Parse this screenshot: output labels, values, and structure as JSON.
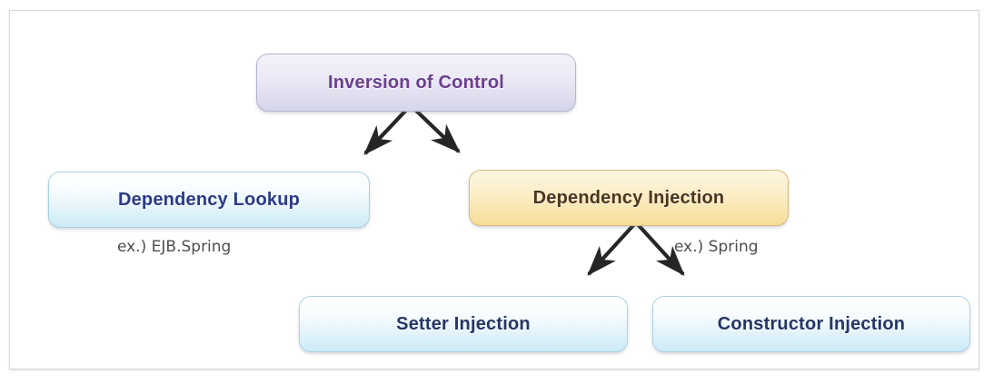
{
  "diagram": {
    "title_concept": "Inversion of Control",
    "nodes": {
      "ioc": {
        "label": "Inversion of Control",
        "fill": "#e4e2f1",
        "text_color": "#6b3f8e"
      },
      "dependency_lookup": {
        "label": "Dependency Lookup",
        "fill": "#d6effa",
        "text_color": "#2b3a87"
      },
      "dependency_injection": {
        "label": "Dependency Injection",
        "fill": "#f8e3a8",
        "text_color": "#4a3520"
      },
      "setter_injection": {
        "label": "Setter Injection",
        "fill": "#d6effa",
        "text_color": "#253665"
      },
      "constructor_injection": {
        "label": "Constructor Injection",
        "fill": "#d6effa",
        "text_color": "#253665"
      }
    },
    "annotations": {
      "lookup_example": "ex.) EJB.Spring",
      "injection_example": "ex.) Spring"
    },
    "edges": [
      {
        "from": "ioc",
        "to": "dependency_lookup"
      },
      {
        "from": "ioc",
        "to": "dependency_injection"
      },
      {
        "from": "dependency_injection",
        "to": "setter_injection"
      },
      {
        "from": "dependency_injection",
        "to": "constructor_injection"
      }
    ],
    "arrow_color": "#262626",
    "frame_border_color": "#d8d8d8",
    "background": "#ffffff"
  }
}
